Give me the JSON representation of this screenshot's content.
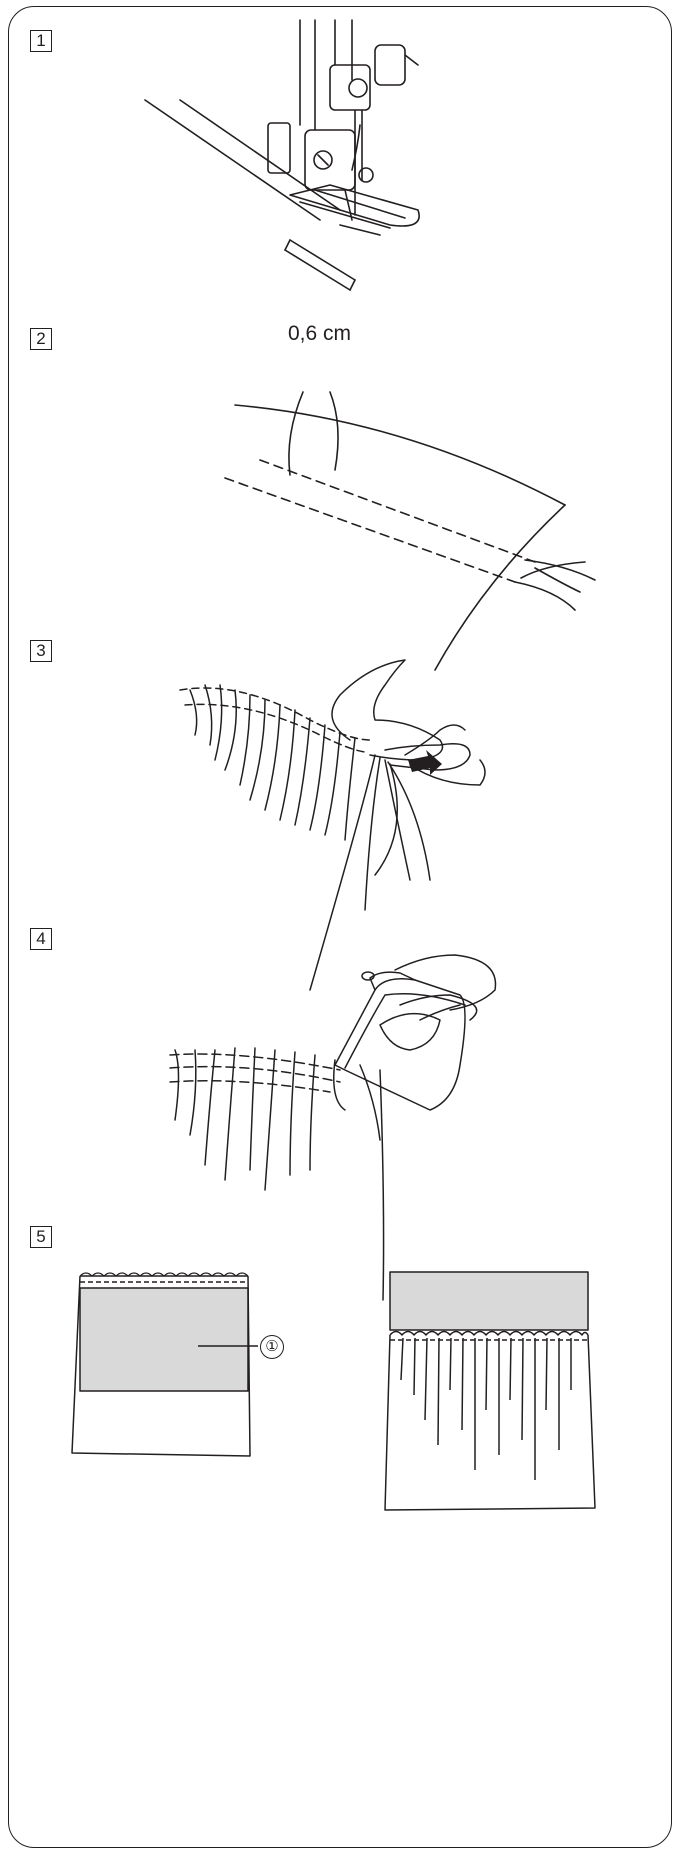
{
  "steps": [
    {
      "number": "1"
    },
    {
      "number": "2",
      "dimension_label": "0,6 cm"
    },
    {
      "number": "3"
    },
    {
      "number": "4"
    },
    {
      "number": "5",
      "callout": "①"
    }
  ],
  "colors": {
    "ink": "#231f20",
    "panel_fill": "#d9d9d9",
    "paper": "#ffffff"
  }
}
